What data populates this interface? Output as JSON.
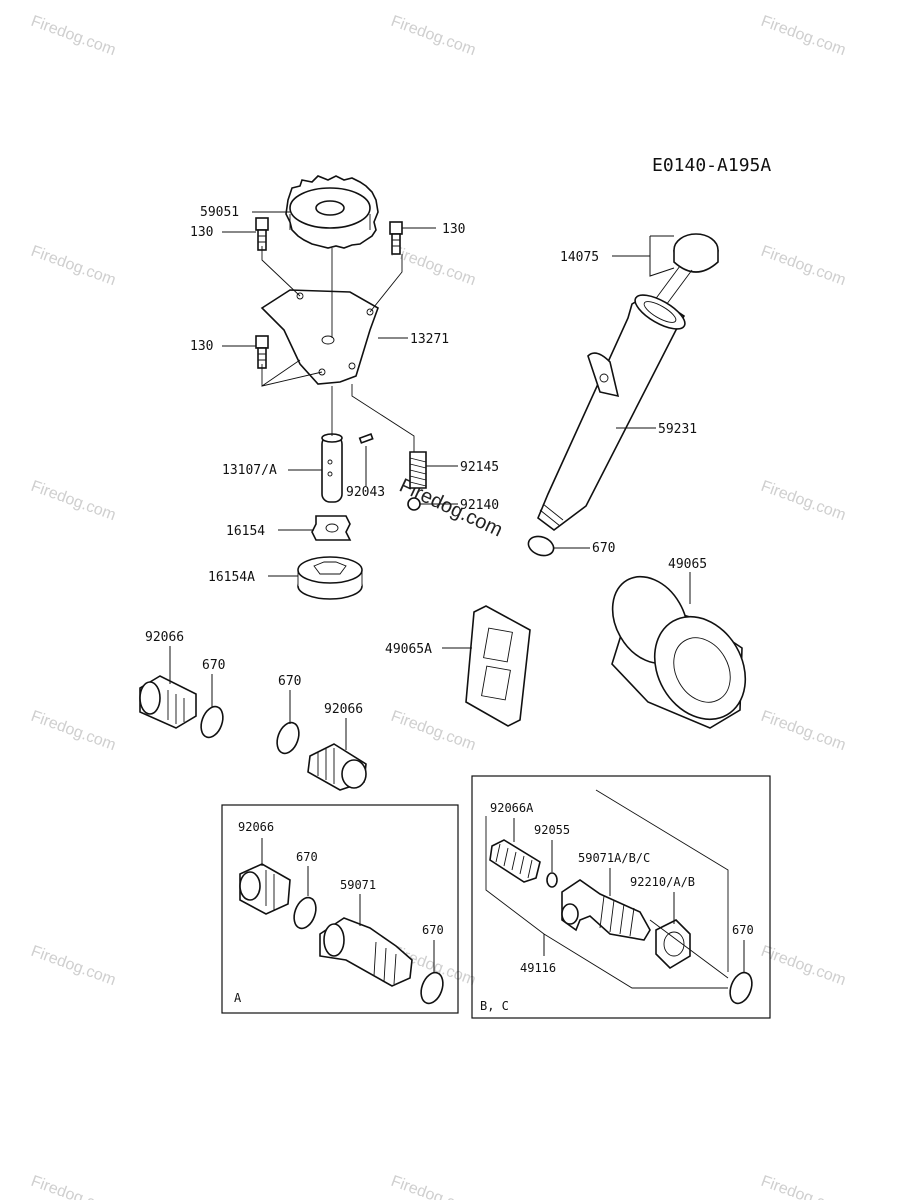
{
  "diagram": {
    "code": "E0140-A195A",
    "watermark": "Firedog.com",
    "boxes": {
      "a": "A",
      "bc": "B, C"
    },
    "labels": {
      "p59051": "59051",
      "p130_left": "130",
      "p130_right": "130",
      "p130_mid": "130",
      "p13271": "13271",
      "p13107a": "13107/A",
      "p92043": "92043",
      "p92145": "92145",
      "p92140": "92140",
      "p16154": "16154",
      "p16154a": "16154A",
      "p14075": "14075",
      "p59231": "59231",
      "p670_dip": "670",
      "p49065": "49065",
      "p49065a": "49065A",
      "p92066_1": "92066",
      "p670_1": "670",
      "p670_2": "670",
      "p92066_2": "92066",
      "pA_92066": "92066",
      "pA_670_1": "670",
      "pA_59071": "59071",
      "pA_670_2": "670",
      "pB_92066a": "92066A",
      "pB_92055": "92055",
      "pB_59071abc": "59071A/B/C",
      "pB_92210ab": "92210/A/B",
      "pB_670": "670",
      "pB_49116": "49116"
    }
  }
}
